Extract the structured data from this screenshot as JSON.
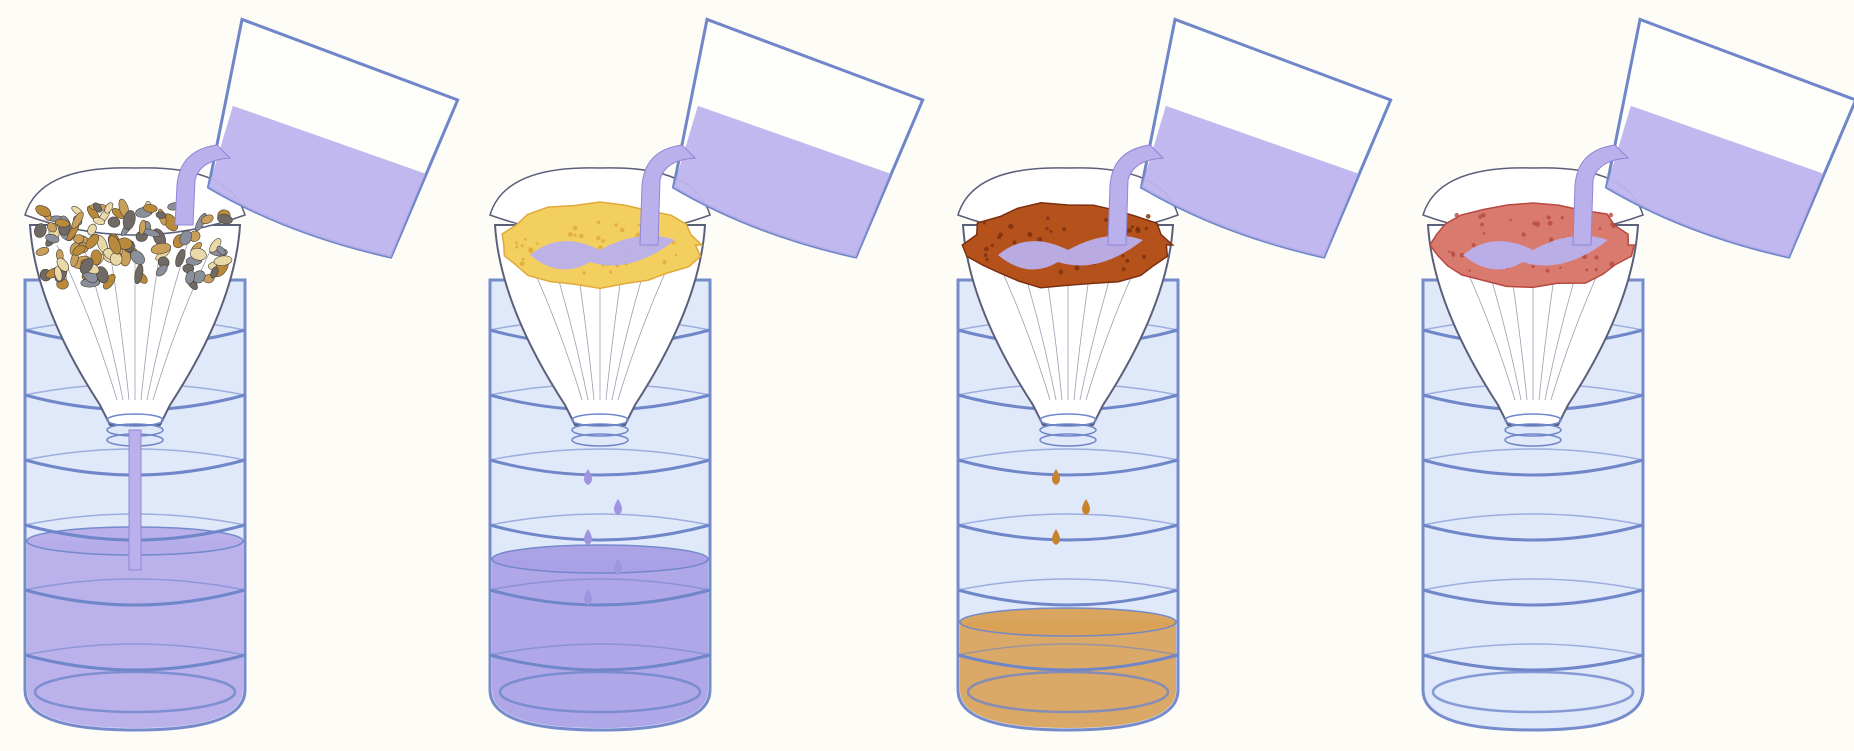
{
  "figure": {
    "background": "#fdfcf7",
    "colors": {
      "bottle_outline": "#6f86c9",
      "bottle_fill": "#dfe9fb",
      "funnel_outline": "#5a5f7a",
      "funnel_fill": "#ffffff",
      "pour_liquid": "#b9b0ec",
      "beaker_outline": "#6f86c9"
    },
    "panels": [
      {
        "name": "panel-1",
        "material": "seeds-and-grains",
        "material_colors": [
          "#c9a05a",
          "#8a8f9c",
          "#e9d8a8",
          "#b98a3a",
          "#6f6a66"
        ],
        "drip": "stream",
        "drip_color": "#b9b0ec",
        "drop_count": 0,
        "collected_liquid": "#b7acea",
        "collected_level": 0.42
      },
      {
        "name": "panel-2",
        "material": "sand",
        "material_colors": [
          "#f3cf5f",
          "#e0a93a"
        ],
        "drip": "drops",
        "drip_color": "#9e94e0",
        "drop_count": 5,
        "collected_liquid": "#aaa0e6",
        "collected_level": 0.38
      },
      {
        "name": "panel-3",
        "material": "soil",
        "material_colors": [
          "#b5521c",
          "#7a2f10"
        ],
        "drip": "drops",
        "drip_color": "#c8842d",
        "drop_count": 3,
        "collected_liquid": "#d9a257",
        "collected_level": 0.24
      },
      {
        "name": "panel-4",
        "material": "clay",
        "material_colors": [
          "#d87a6e",
          "#b9483f"
        ],
        "drip": "none",
        "drip_color": "#b9b0ec",
        "drop_count": 0,
        "collected_liquid": "none",
        "collected_level": 0
      }
    ]
  }
}
